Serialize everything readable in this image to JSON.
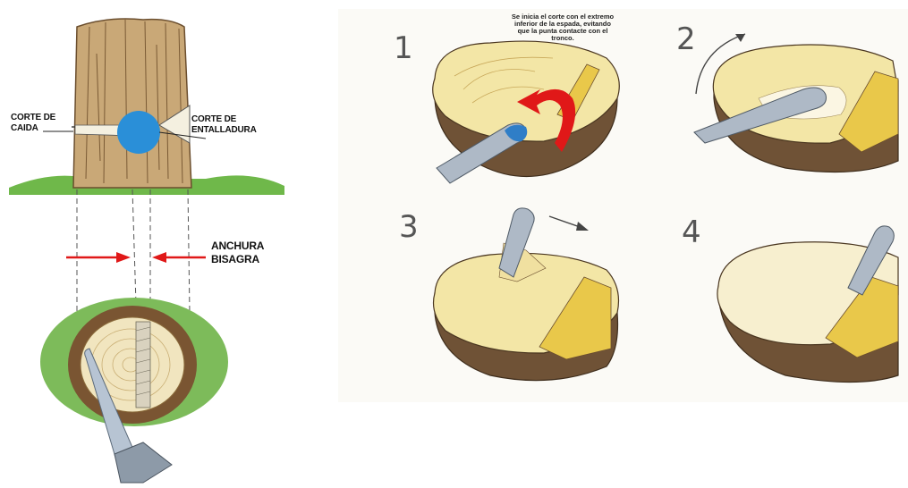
{
  "labels": {
    "felling_cut": [
      "CORTE DE",
      "CAIDA"
    ],
    "notch_cut": [
      "CORTE DE",
      "ENTALLADURA"
    ],
    "hinge_width": [
      "ANCHURA",
      "BISAGRA"
    ]
  },
  "steps": {
    "one": "1",
    "two": "2",
    "three": "3",
    "four": "4"
  },
  "step1_note": [
    "Se inicia el corte con el extremo",
    "inferior de la espada, evitando",
    "que la punta contacte con el",
    "tronco."
  ],
  "colors": {
    "bark": "#8a6a45",
    "wood": "#f3e6a6",
    "notch": "#e9c84a",
    "blade": "#9fb3c8",
    "arrow_red": "#e01818",
    "grass": "#5fae3e",
    "marker_blue": "#2a8fd8"
  }
}
